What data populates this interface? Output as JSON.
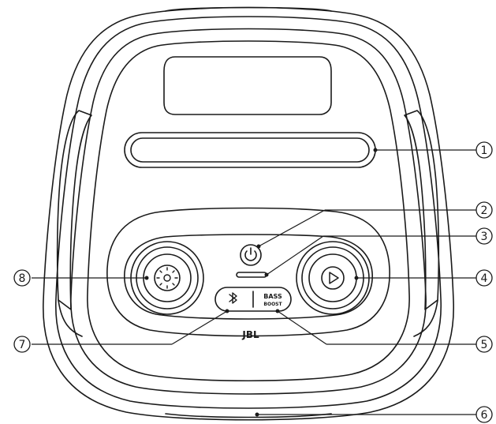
{
  "diagram": {
    "brand": "JBL",
    "bass_boost_line1": "BASS",
    "bass_boost_line2": "BOOST",
    "callouts": [
      {
        "id": "1",
        "label": "1"
      },
      {
        "id": "2",
        "label": "2"
      },
      {
        "id": "3",
        "label": "3"
      },
      {
        "id": "4",
        "label": "4"
      },
      {
        "id": "5",
        "label": "5"
      },
      {
        "id": "6",
        "label": "6"
      },
      {
        "id": "7",
        "label": "7"
      },
      {
        "id": "8",
        "label": "8"
      }
    ],
    "icons": {
      "power": "power-icon",
      "play": "play-icon",
      "light": "light-icon",
      "bluetooth": "bluetooth-icon"
    },
    "colors": {
      "line": "#1a1a1a",
      "background": "#ffffff"
    }
  }
}
